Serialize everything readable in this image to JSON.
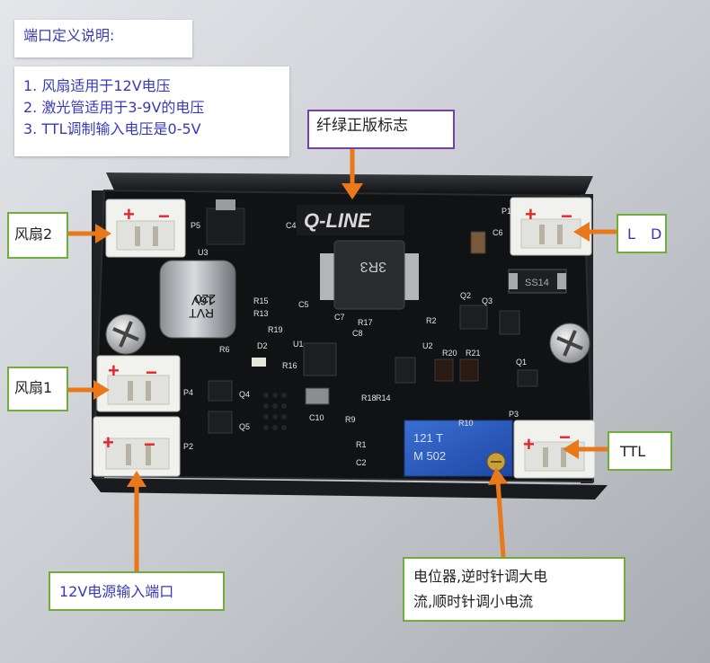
{
  "callouts": {
    "title": "端口定义说明:",
    "notes": [
      "1. 风扇适用于12V电压",
      "2. 激光管适用于3-9V的电压",
      "3. TTL调制输入电压是0-5V"
    ],
    "logo_label": "纤绿正版标志",
    "fan2": "风扇2",
    "fan1": "风扇1",
    "ld": "L D",
    "ttl": "TTL",
    "power": "12V电源输入端口",
    "pot": [
      "电位器,逆时针调大电",
      "流,顺时针调小电流"
    ]
  },
  "board": {
    "logo": "Q-LINE",
    "inductor": "3R3",
    "capacitor": [
      "220",
      "16V",
      "RVT"
    ],
    "diode": "SS14",
    "pot_marking": [
      "121  T",
      "M 502"
    ],
    "silk": [
      "P5",
      "U3",
      "C4",
      "C6",
      "P1",
      "R15",
      "R13",
      "R19",
      "C5",
      "C7",
      "R17",
      "C8",
      "R6",
      "D2",
      "R16",
      "U1",
      "R2",
      "Q2",
      "Q3",
      "U2",
      "R20",
      "R21",
      "Q1",
      "P4",
      "Q4",
      "Q5",
      "C10",
      "R9",
      "R18",
      "R14",
      "P2",
      "R1",
      "C2",
      "R10",
      "P3"
    ]
  },
  "colors": {
    "arrow": "#e8781a",
    "callout_border": "#6fae3a",
    "callout_text": "#3a3ab8",
    "logo_border": "#7a3fa0",
    "pcb": "#111214"
  }
}
